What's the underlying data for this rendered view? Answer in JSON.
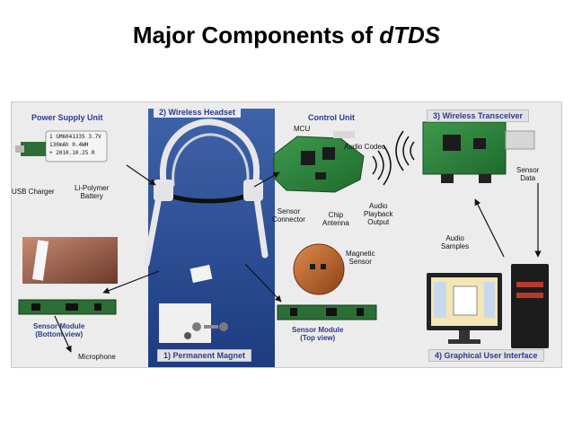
{
  "title": {
    "main": "Major Components of ",
    "italic": "dTDS"
  },
  "panels": {
    "power": {
      "title": "Power Supply Unit",
      "battery_text": [
        "1 GM6041335 3.7V",
        "130mAh 0.4WH",
        "+ 2010.10.25 R"
      ],
      "usb": "USB Charger",
      "battery": "Li-Polymer\nBattery"
    },
    "headset": {
      "title": "2) Wireless Headset"
    },
    "control": {
      "title": "Control Unit",
      "mcu": "MCU",
      "codec": "Audio Codec",
      "sensor_connector": "Sensor\nConnector",
      "chip_antenna": "Chip\nAntenna",
      "audio_playback": "Audio\nPlayback\nOutput"
    },
    "transceiver": {
      "title": "3) Wireless Transceiver",
      "sensor_data": "Sensor\nData",
      "audio_samples": "Audio\nSamples"
    },
    "sensor_bottom": {
      "label": "Sensor Module\n(Bottom view)",
      "microphone": "Microphone"
    },
    "magnet": {
      "title": "1) Permanent Magnet"
    },
    "sensor_top": {
      "magnetic": "Magnetic\nSensor",
      "label": "Sensor Module\n(Top view)"
    },
    "gui": {
      "title": "4) Graphical User Interface"
    }
  }
}
